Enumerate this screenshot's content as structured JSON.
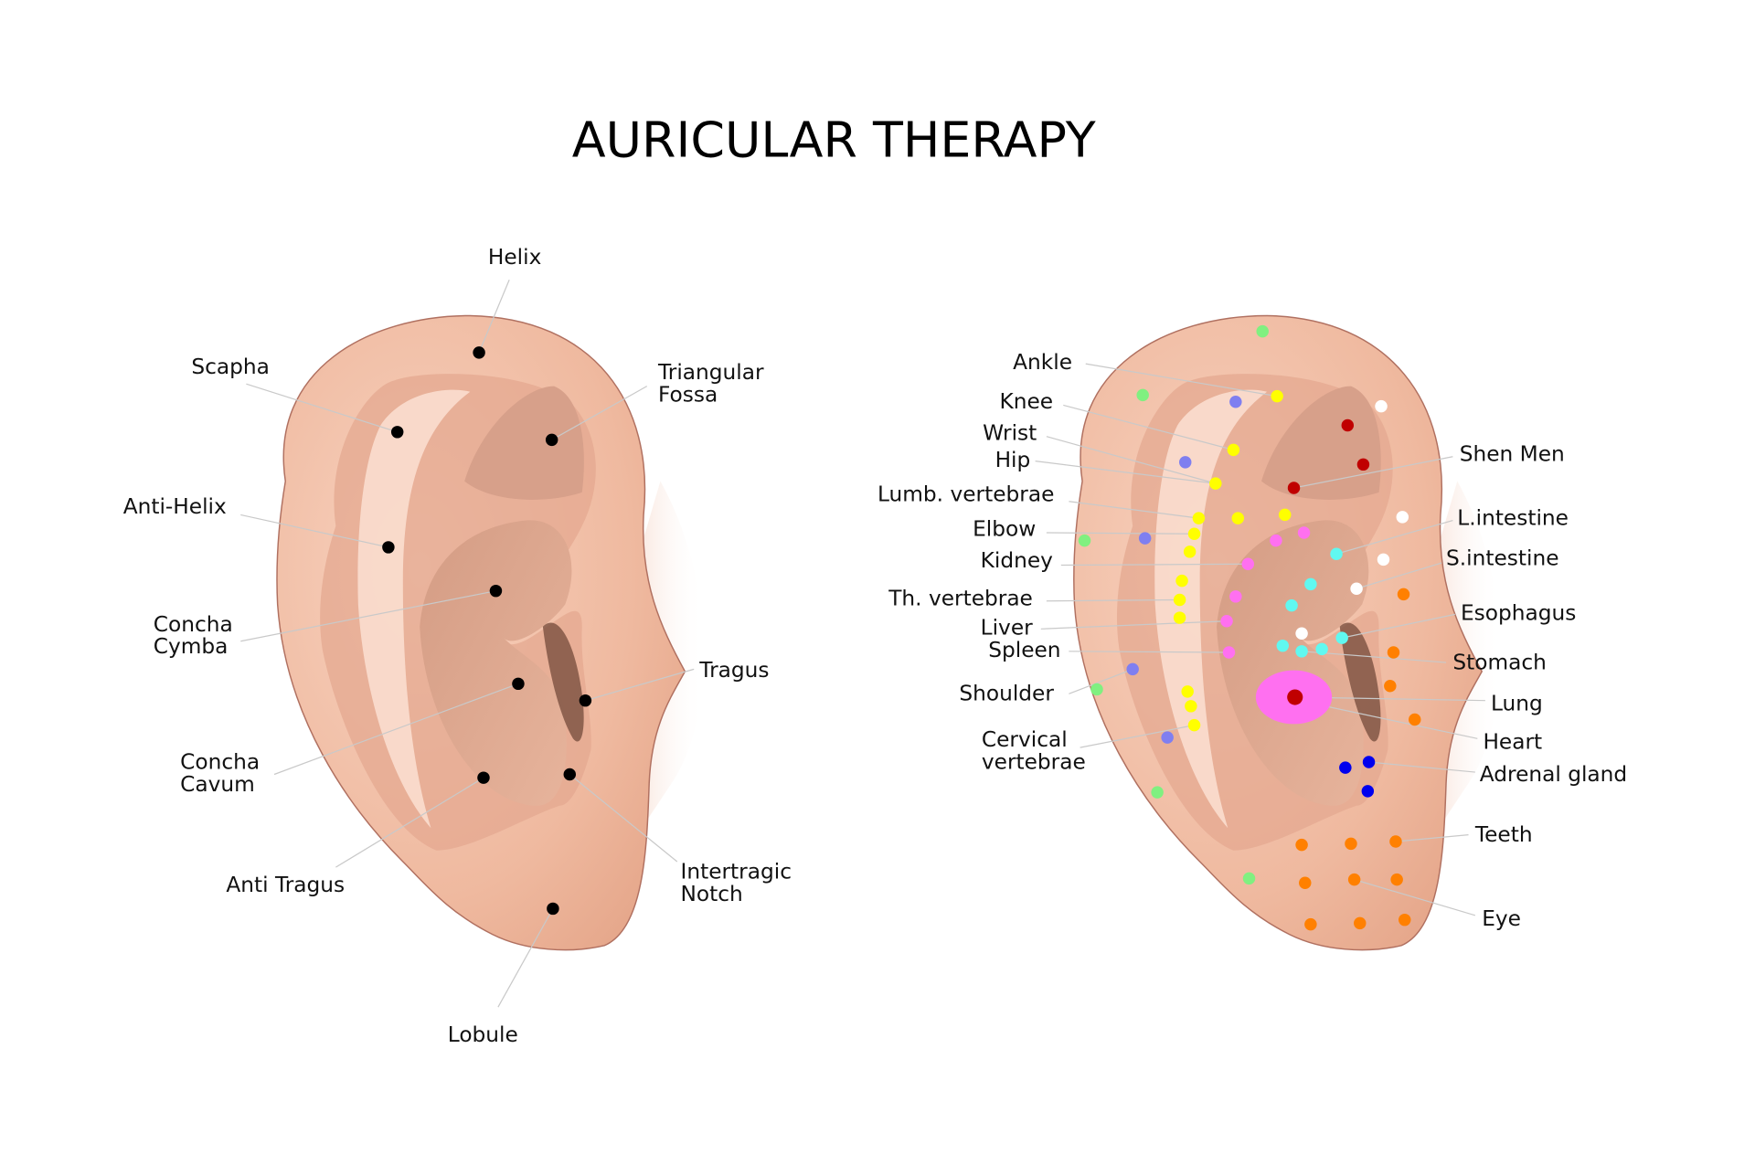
{
  "title": "AURICULAR THERAPY",
  "anatomy_labels": {
    "helix": "Helix",
    "scapha": "Scapha",
    "triangular_fossa": [
      "Triangular",
      "Fossa"
    ],
    "anti_helix": "Anti-Helix",
    "concha_cymba": [
      "Concha",
      "Cymba"
    ],
    "tragus": "Tragus",
    "concha_cavum": [
      "Concha",
      "Cavum"
    ],
    "anti_tragus": "Anti Tragus",
    "intertragic_notch": [
      "Intertragic",
      "Notch"
    ],
    "lobule": "Lobule"
  },
  "point_labels": {
    "ankle": "Ankle",
    "knee": "Knee",
    "wrist": "Wrist",
    "hip": "Hip",
    "lumb_vertebrae": "Lumb. vertebrae",
    "elbow": "Elbow",
    "kidney": "Kidney",
    "th_vertebrae": "Th. vertebrae",
    "liver": "Liver",
    "spleen": "Spleen",
    "shoulder": "Shoulder",
    "cervical_vertebrae": [
      "Cervical",
      "vertebrae"
    ],
    "shen_men": "Shen Men",
    "l_intestine": "L.intestine",
    "s_intestine": "S.intestine",
    "esophagus": "Esophagus",
    "stomach": "Stomach",
    "lung": "Lung",
    "heart": "Heart",
    "adrenal_gland": "Adrenal gland",
    "teeth": "Teeth",
    "eye": "Eye"
  },
  "colors": {
    "skin": "#f0bba3",
    "black_point": "#000000",
    "green": "#80f080",
    "lavender": "#7f7ff0",
    "yellow": "#ffff00",
    "white": "#ffffff",
    "dark_red": "#c00000",
    "pink": "#ff70f0",
    "cyan": "#60f8f0",
    "orange": "#ff8000",
    "blue": "#0000ee"
  }
}
